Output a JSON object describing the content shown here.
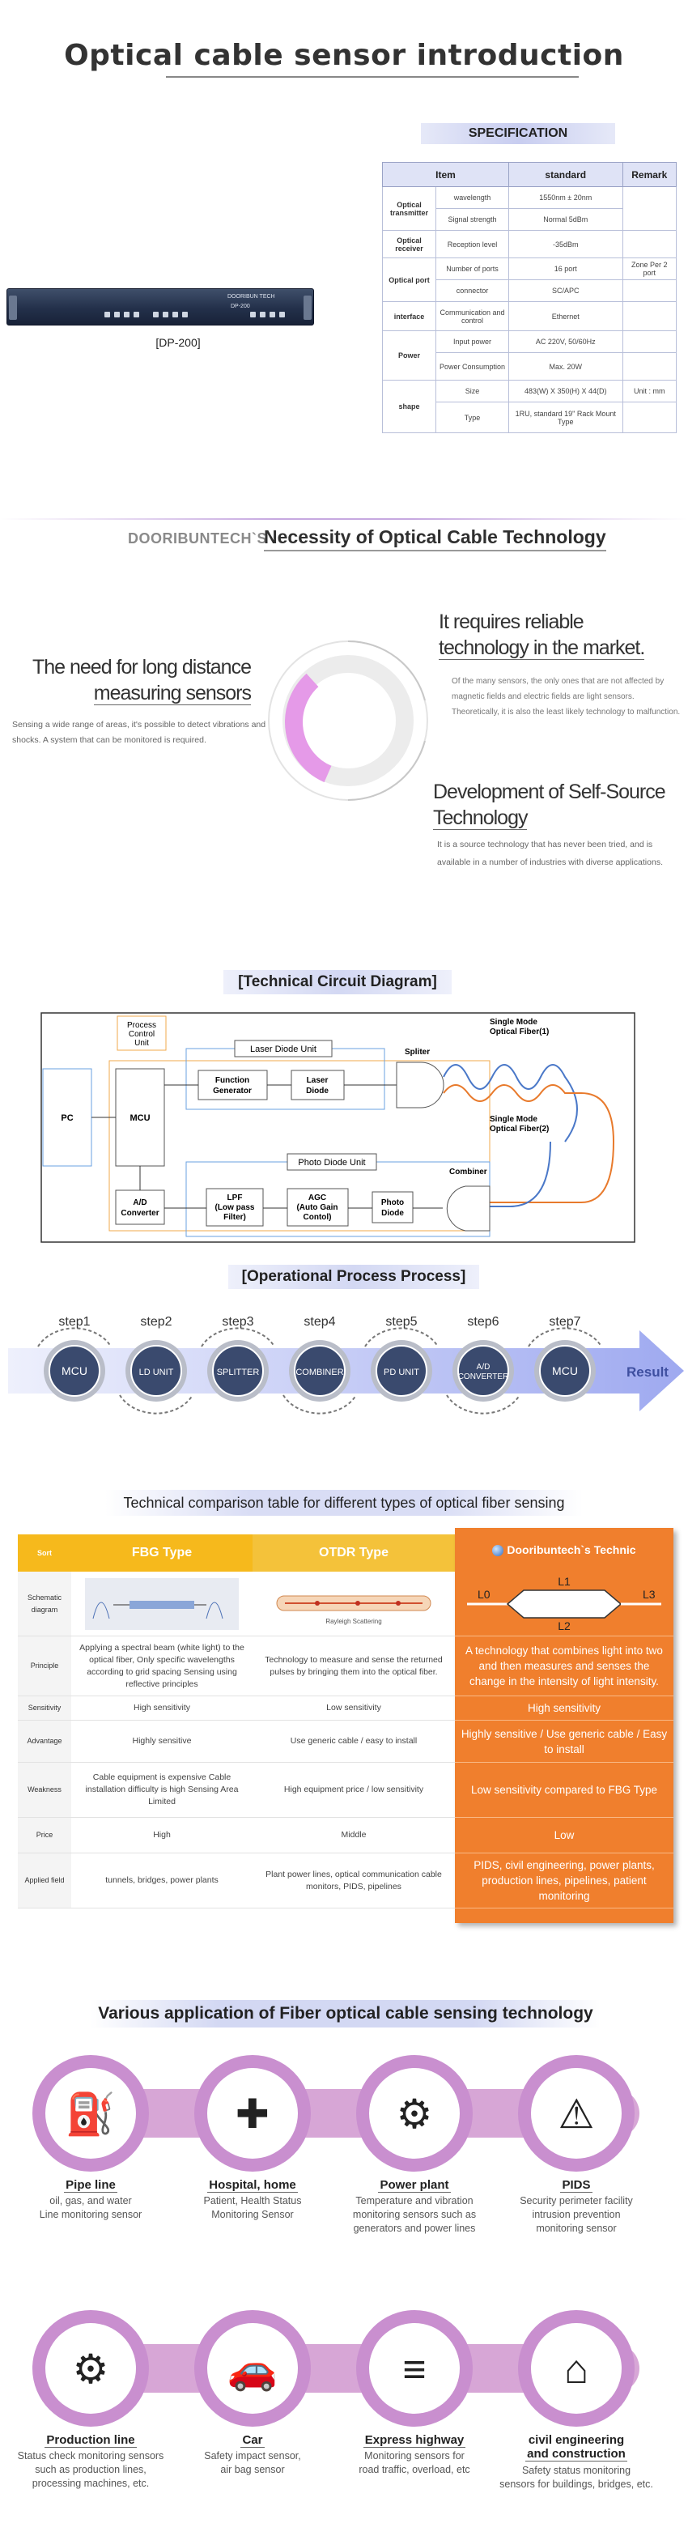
{
  "header": {
    "title": "Optical cable sensor introduction"
  },
  "specification": {
    "heading": "SPECIFICATION",
    "device_label": "[DP-200]",
    "device_brand": "DOORIBUN TECH",
    "device_model": "DP-200",
    "columns": [
      "Item",
      "standard",
      "Remark"
    ],
    "rows": [
      {
        "category": "Optical transmitter",
        "item": "wavelength",
        "standard": "1550nm ± 20nm",
        "remark": ""
      },
      {
        "category": "",
        "item": "Signal strength",
        "standard": "Normal 5dBm",
        "remark": ""
      },
      {
        "category": "Optical receiver",
        "item": "Reception level",
        "standard": "-35dBm",
        "remark": ""
      },
      {
        "category": "Optical port",
        "item": "Number of ports",
        "standard": "16 port",
        "remark": "Zone Per 2 port"
      },
      {
        "category": "",
        "item": "connector",
        "standard": "SC/APC",
        "remark": ""
      },
      {
        "category": "interface",
        "item": "Communication and control",
        "standard": "Ethernet",
        "remark": ""
      },
      {
        "category": "Power",
        "item": "Input power",
        "standard": "AC 220V, 50/60Hz",
        "remark": ""
      },
      {
        "category": "",
        "item": "Power Consumption",
        "standard": "Max. 20W",
        "remark": ""
      },
      {
        "category": "shape",
        "item": "Size",
        "standard": "483(W) X 350(H) X 44(D)",
        "remark": "Unit : mm"
      },
      {
        "category": "",
        "item": "Type",
        "standard": "1RU, standard 19\" Rack Mount Type",
        "remark": ""
      }
    ]
  },
  "necessity": {
    "brand": "DOORIBUNTECH`S",
    "title": "Necessity of Optical Cable Technology",
    "need_title_1": "The need for long distance",
    "need_title_2": "measuring sensors",
    "need_text": "Sensing a wide range of areas, it's possible to detect vibrations and shocks. A system that can be monitored is required.",
    "reliable_title_1": "It requires reliable",
    "reliable_title_2": "technology in the market.",
    "reliable_text": "Of the many sensors, the only ones that are not affected by magnetic fields and electric fields are light sensors. Theoretically, it is also the least likely technology to malfunction.",
    "dev_title_1": "Development of Self-Source",
    "dev_title_2": "Technology",
    "dev_text": "It is a source technology that has never been tried, and is available in a number of industries with diverse applications."
  },
  "circuit": {
    "heading": "[Technical Circuit Diagram]",
    "process_control_1": "Process",
    "process_control_2": "Control",
    "process_control_3": "Unit",
    "laser_unit": "Laser Diode Unit",
    "pc": "PC",
    "mcu": "MCU",
    "func_gen_1": "Function",
    "func_gen_2": "Generator",
    "laser_diode_1": "Laser",
    "laser_diode_2": "Diode",
    "splitter": "Spliter",
    "fiber1_1": "Single Mode",
    "fiber1_2": "Optical Fiber(1)",
    "fiber2_1": "Single Mode",
    "fiber2_2": "Optical Fiber(2)",
    "photo_unit": "Photo Diode Unit",
    "combiner": "Combiner",
    "ad_1": "A/D",
    "ad_2": "Converter",
    "lpf_1": "LPF",
    "lpf_2": "(Low pass",
    "lpf_3": "Filter)",
    "agc_1": "AGC",
    "agc_2": "(Auto Gain",
    "agc_3": "Contol)",
    "photo_diode_1": "Photo",
    "photo_diode_2": "Diode"
  },
  "process": {
    "heading": "[Operational Process Process]",
    "result": "Result",
    "steps": [
      {
        "step": "step1",
        "label": "MCU"
      },
      {
        "step": "step2",
        "label": "LD UNIT"
      },
      {
        "step": "step3",
        "label": "SPLITTER"
      },
      {
        "step": "step4",
        "label": "COMBINER"
      },
      {
        "step": "step5",
        "label": "PD UNIT"
      },
      {
        "step": "step6",
        "label": "A/D CONVERTER"
      },
      {
        "step": "step7",
        "label": "MCU"
      }
    ]
  },
  "comparison": {
    "heading": "Technical comparison table for different types of optical fiber sensing",
    "sort_label": "Sort",
    "fbg_header": "FBG Type",
    "otdr_header": "OTDR Type",
    "doori_header": "Dooribuntech`s Technic",
    "row_labels": [
      "Schematic diagram",
      "Principle",
      "Sensitivity",
      "Advantage",
      "Weakness",
      "Price",
      "Applied field"
    ],
    "fbg": [
      "",
      "Applying a spectral beam (white light) to the optical fiber, Only specific wavelengths according to grid spacing Sensing using reflective principles",
      "High sensitivity",
      "Highly sensitive",
      "Cable equipment is expensive Cable installation difficulty is high Sensing Area Limited",
      "High",
      "tunnels, bridges, power plants"
    ],
    "otdr": [
      "",
      "Technology to measure and sense the returned pulses by bringing them into the optical fiber.",
      "Low sensitivity",
      "Use generic cable / easy to install",
      "High equipment price / low sensitivity",
      "Middle",
      "Plant power lines, optical communication cable monitors, PIDS, pipelines"
    ],
    "doori": [
      "",
      "A technology that combines light into two and then measures and senses the change in the intensity of light intensity.",
      "High sensitivity",
      "Highly sensitive / Use generic cable / Easy to install",
      "Low sensitivity compared to FBG Type",
      "Low",
      "PIDS, civil engineering, power plants, production lines, pipelines, patient monitoring"
    ],
    "otdr_diagram_caption": "Rayleigh Scattering",
    "doori_diagram": {
      "l0": "L0",
      "l1": "L1",
      "l2": "L2",
      "l3": "L3"
    }
  },
  "applications": {
    "heading": "Various application of Fiber optical cable sensing technology",
    "items": [
      {
        "title": "Pipe line",
        "desc_1": "oil, gas, and water",
        "desc_2": "Line monitoring sensor",
        "desc_3": "",
        "icon": "pipe-icon"
      },
      {
        "title": "Hospital, home",
        "desc_1": "Patient, Health Status",
        "desc_2": "Monitoring Sensor",
        "desc_3": "",
        "icon": "hospital-icon"
      },
      {
        "title": "Power plant",
        "desc_1": "Temperature and vibration",
        "desc_2": "monitoring sensors such as",
        "desc_3": "generators and power lines",
        "icon": "factory-icon"
      },
      {
        "title": "PIDS",
        "desc_1": "Security perimeter facility",
        "desc_2": "intrusion prevention",
        "desc_3": "monitoring sensor",
        "icon": "intruder-icon"
      },
      {
        "title": "Production line",
        "desc_1": "Status check monitoring sensors",
        "desc_2": "such as production lines,",
        "desc_3": "processing machines, etc.",
        "icon": "production-icon"
      },
      {
        "title": "Car",
        "desc_1": "Safety impact sensor,",
        "desc_2": "air bag sensor",
        "desc_3": "",
        "icon": "car-icon"
      },
      {
        "title": "Express highway",
        "desc_1": "Monitoring sensors for",
        "desc_2": "road traffic, overload, etc",
        "desc_3": "",
        "icon": "highway-icon"
      },
      {
        "title_1": "civil engineering",
        "title_2": "and construction",
        "desc_1": "Safety status monitoring",
        "desc_2": "sensors for buildings, bridges, etc.",
        "desc_3": "",
        "icon": "bridge-icon"
      }
    ]
  },
  "colors": {
    "fbg": "#f6b91c",
    "otdr": "#f4c23a",
    "doori": "#f07f2d",
    "purple": "#c98fcf",
    "navy": "#3a4a6e",
    "arrow": "#a9b3f0"
  }
}
